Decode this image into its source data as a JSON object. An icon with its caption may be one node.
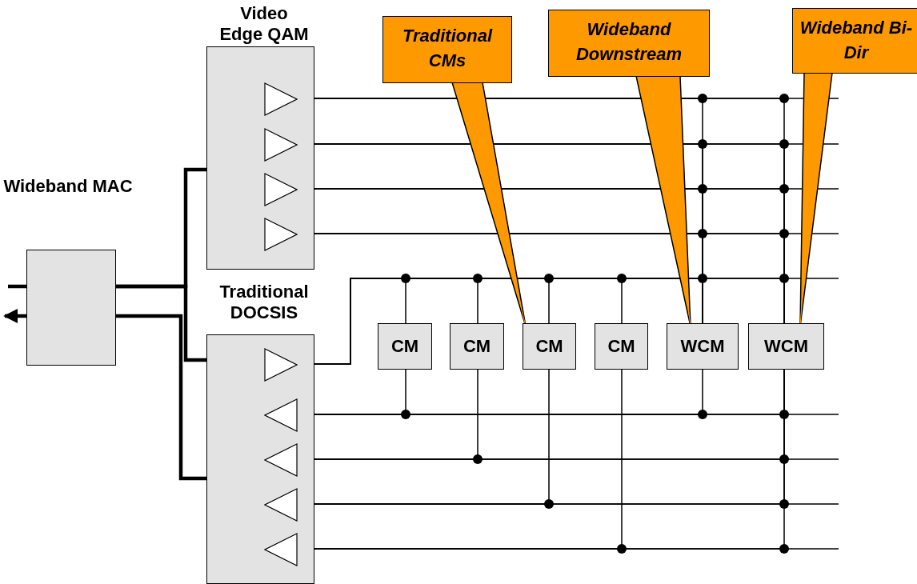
{
  "diagram": {
    "nodes": [
      {
        "text": [
          "Wideband MAC"
        ]
      },
      {
        "text": [
          "Video Edge QAM"
        ]
      },
      {
        "text": [],
        "shape": "triangle",
        "in": 1
      },
      {
        "text": [],
        "shape": "triangle",
        "in": 1
      },
      {
        "text": [],
        "shape": "triangle",
        "in": 1
      },
      {
        "text": [],
        "shape": "triangle",
        "in": 1
      },
      {
        "text": [
          "Traditional DOCSIS"
        ]
      },
      {
        "text": [],
        "shape": "triangle",
        "in": 6
      },
      {
        "text": [],
        "shape": "triangle",
        "in": 6
      },
      {
        "text": [],
        "shape": "triangle",
        "in": 6
      },
      {
        "text": [],
        "shape": "triangle",
        "in": 6
      },
      {
        "text": [],
        "shape": "triangle",
        "in": 6
      },
      {
        "text": [
          "CM"
        ]
      },
      {
        "text": [
          "CM"
        ]
      },
      {
        "text": [
          "CM"
        ]
      },
      {
        "text": [
          "CM"
        ]
      },
      {
        "text": [
          "WCM"
        ]
      },
      {
        "text": [
          "WCM"
        ]
      },
      {
        "text": [
          "Traditional CMs"
        ]
      },
      {
        "text": [
          "Wideband Downstream"
        ]
      },
      {
        "text": [
          "Wideband Bi-Dir"
        ]
      }
    ],
    "edges": [
      {
        "from": null,
        "to": 0,
        "arrow": "none",
        "style": "thick"
      },
      {
        "from": 0,
        "to": 1,
        "arrow": "to",
        "style": "thick"
      },
      {
        "from": 0,
        "to": 7,
        "arrow": "to",
        "style": "thick"
      },
      {
        "from": 6,
        "to": 0,
        "arrow": "none",
        "style": "thick"
      },
      {
        "from": 0,
        "to": null,
        "arrow": "to",
        "style": "thick"
      },
      {
        "from": 2,
        "to": null,
        "arrow": "none"
      },
      {
        "from": 3,
        "to": null,
        "arrow": "none"
      },
      {
        "from": 4,
        "to": null,
        "arrow": "none"
      },
      {
        "from": 5,
        "to": null,
        "arrow": "none"
      },
      {
        "from": 7,
        "to": null,
        "arrow": "none"
      },
      {
        "from": 8,
        "to": null,
        "arrow": "none"
      },
      {
        "from": 9,
        "to": null,
        "arrow": "none"
      },
      {
        "from": 10,
        "to": null,
        "arrow": "none"
      },
      {
        "from": 11,
        "to": null,
        "arrow": "none"
      },
      {
        "from": 2,
        "to": 16,
        "arrow": "none"
      },
      {
        "from": 3,
        "to": 16,
        "arrow": "none"
      },
      {
        "from": 4,
        "to": 16,
        "arrow": "none"
      },
      {
        "from": 5,
        "to": 16,
        "arrow": "none"
      },
      {
        "from": 2,
        "to": 17,
        "arrow": "none"
      },
      {
        "from": 3,
        "to": 17,
        "arrow": "none"
      },
      {
        "from": 4,
        "to": 17,
        "arrow": "none"
      },
      {
        "from": 5,
        "to": 17,
        "arrow": "none"
      },
      {
        "from": 7,
        "to": 12,
        "arrow": "none"
      },
      {
        "from": 7,
        "to": 13,
        "arrow": "none"
      },
      {
        "from": 7,
        "to": 14,
        "arrow": "none"
      },
      {
        "from": 7,
        "to": 15,
        "arrow": "none"
      },
      {
        "from": 7,
        "to": 16,
        "arrow": "none"
      },
      {
        "from": 7,
        "to": 17,
        "arrow": "none"
      },
      {
        "from": 12,
        "to": 8,
        "arrow": "none"
      },
      {
        "from": 16,
        "to": 8,
        "arrow": "none"
      },
      {
        "from": 17,
        "to": 8,
        "arrow": "none"
      },
      {
        "from": 13,
        "to": 9,
        "arrow": "none"
      },
      {
        "from": 17,
        "to": 9,
        "arrow": "none"
      },
      {
        "from": 14,
        "to": 10,
        "arrow": "none"
      },
      {
        "from": 17,
        "to": 10,
        "arrow": "none"
      },
      {
        "from": 15,
        "to": 11,
        "arrow": "none"
      },
      {
        "from": 17,
        "to": 11,
        "arrow": "none"
      },
      {
        "from": 18,
        "to": 14,
        "arrow": "none",
        "color": "#ff9900"
      },
      {
        "from": 19,
        "to": 16,
        "arrow": "none",
        "color": "#ff9900"
      },
      {
        "from": 20,
        "to": 17,
        "arrow": "none",
        "color": "#ff9900"
      }
    ]
  }
}
